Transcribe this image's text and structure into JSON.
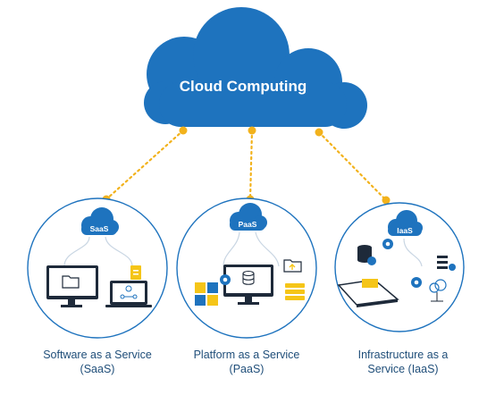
{
  "cloud": {
    "title": "Cloud Computing"
  },
  "colors": {
    "cloud": "#1e73be",
    "connector": "#f2b21c",
    "circle_border": "#1e73be",
    "caption": "#1f4e79",
    "monitor": "#1e2a3a",
    "gear": "#1e73be",
    "accent_yellow": "#f5c518"
  },
  "services": [
    {
      "badge": "SaaS",
      "caption_line1": "Software as a Service",
      "caption_line2": "(SaaS)",
      "icons": [
        "small-cloud-icon",
        "monitor-icon",
        "folder-icon",
        "document-icon",
        "laptop-icon",
        "user-network-icon"
      ]
    },
    {
      "badge": "PaaS",
      "caption_line1": "Platform as a Service",
      "caption_line2": "(PaaS)",
      "icons": [
        "small-cloud-icon",
        "puzzle-icon",
        "gear-icon",
        "monitor-icon",
        "database-icon",
        "folder-upload-icon",
        "server-stack-icon"
      ]
    },
    {
      "badge": "IaaS",
      "caption_line1": "Infrastructure as a",
      "caption_line2": "Service (IaaS)",
      "icons": [
        "small-cloud-icon",
        "database-check-icon",
        "gear-icon",
        "laptop-icon",
        "sticky-note-icon",
        "network-servers-icon",
        "cloud-network-icon"
      ]
    }
  ]
}
